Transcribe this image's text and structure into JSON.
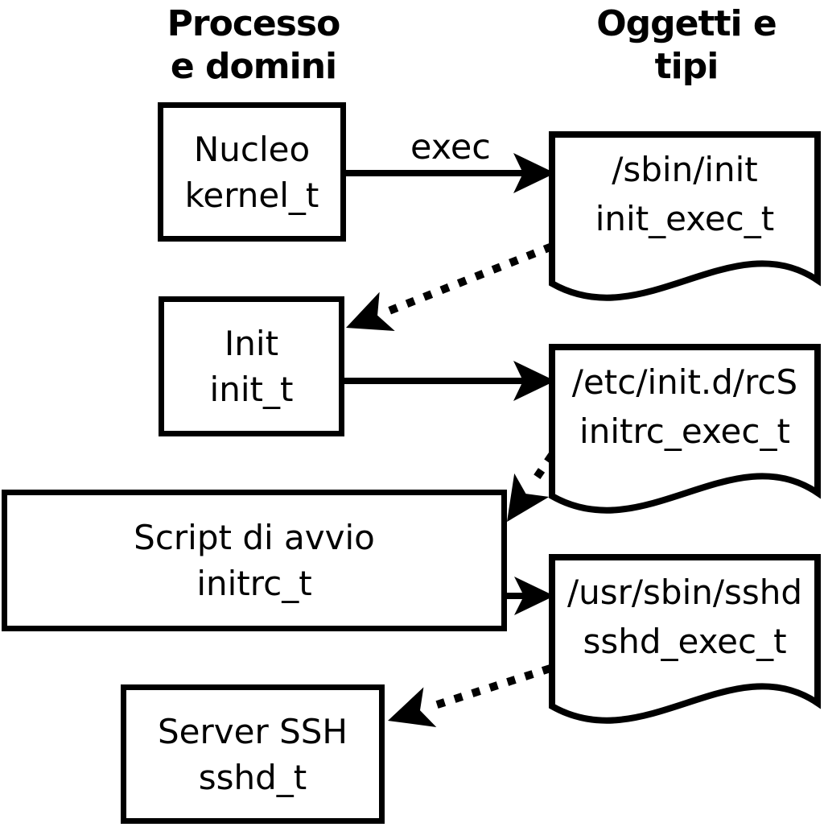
{
  "colors": {
    "ink": "#000000",
    "paper": "#ffffff"
  },
  "headers": {
    "left_line1": "Processo",
    "left_line2": "e domini",
    "right_line1": "Oggetti e",
    "right_line2": "tipi"
  },
  "edge_labels": {
    "exec": "exec"
  },
  "processes": [
    {
      "name": "Nucleo",
      "type": "kernel_t"
    },
    {
      "name": "Init",
      "type": "init_t"
    },
    {
      "name": "Script di avvio",
      "type": "initrc_t"
    },
    {
      "name": "Server SSH",
      "type": "sshd_t"
    }
  ],
  "objects": [
    {
      "path": "/sbin/init",
      "type": "init_exec_t"
    },
    {
      "path": "/etc/init.d/rcS",
      "type": "initrc_exec_t"
    },
    {
      "path": "/usr/sbin/sshd",
      "type": "sshd_exec_t"
    }
  ]
}
